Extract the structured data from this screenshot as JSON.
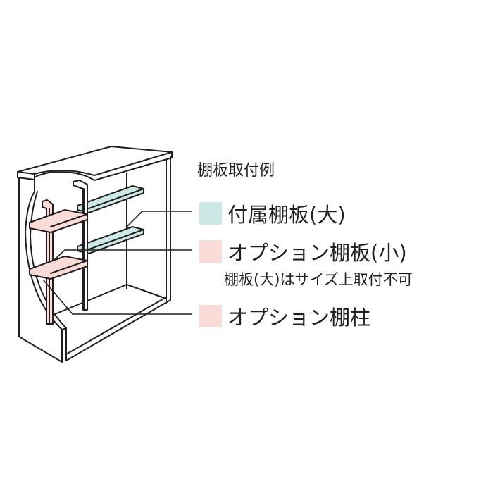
{
  "legend": {
    "title": "棚板取付例",
    "items": [
      {
        "label": "付属棚板(大)",
        "color": "#cde9e7"
      },
      {
        "label": "オプション棚板(小)",
        "color": "#f9dcd8",
        "note": "棚板(大)はサイズ上取付不可"
      },
      {
        "label": "オプション棚柱",
        "color": "#f9dcd8"
      }
    ]
  },
  "colors": {
    "line": "#231f20",
    "included_shelf": "#cde9e7",
    "option_part": "#f9dcd8"
  }
}
